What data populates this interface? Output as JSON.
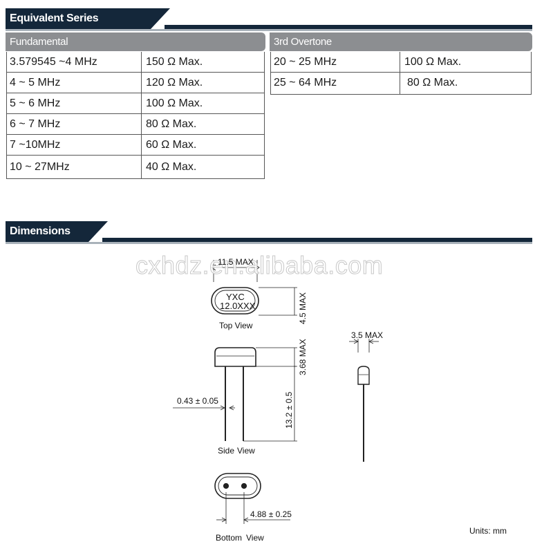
{
  "esr": {
    "title": "Equivalent Series Resistance(ESR)",
    "fundamental": {
      "heading": "Fundamental",
      "rows": [
        {
          "freq": "3.579545 ~4 MHz",
          "esr": "150 Ω Max."
        },
        {
          "freq": "4 ~ 5 MHz",
          "esr": "120 Ω Max."
        },
        {
          "freq": "5 ~ 6 MHz",
          "esr": "100 Ω Max."
        },
        {
          "freq": "6 ~ 7 MHz",
          "esr": "80 Ω Max."
        },
        {
          "freq": "7 ~10MHz",
          "esr": "60 Ω Max."
        },
        {
          "freq": "10 ~ 27MHz",
          "esr": "40 Ω Max."
        }
      ]
    },
    "overtone": {
      "heading": "3rd Overtone",
      "rows": [
        {
          "freq": "20 ~ 25 MHz",
          "esr": "100 Ω Max."
        },
        {
          "freq": "25 ~ 64 MHz",
          "esr": "80 Ω Max."
        }
      ]
    }
  },
  "dimensions": {
    "title": "Dimensions",
    "watermark": "cxhdz.en.alibaba.com",
    "top_view": {
      "width": "11.5 MAX",
      "height": "4.5 MAX",
      "marking_1": "YXC",
      "marking_2": "12.0XXX",
      "caption": "Top View"
    },
    "side_view": {
      "body_height": "3.68 MAX",
      "lead_length": "13.2 ± 0.5",
      "lead_diameter": "0.43 ± 0.05",
      "caption_1": "Side",
      "caption_2": "View"
    },
    "end_view": {
      "thickness": "3.5 MAX"
    },
    "bottom_view": {
      "pitch": "4.88 ± 0.25",
      "caption_1": "Bottom",
      "caption_2": "View"
    },
    "units": "Units: mm"
  },
  "colors": {
    "header_navy": "#14273a",
    "table_head_grey": "#8c8e91"
  }
}
